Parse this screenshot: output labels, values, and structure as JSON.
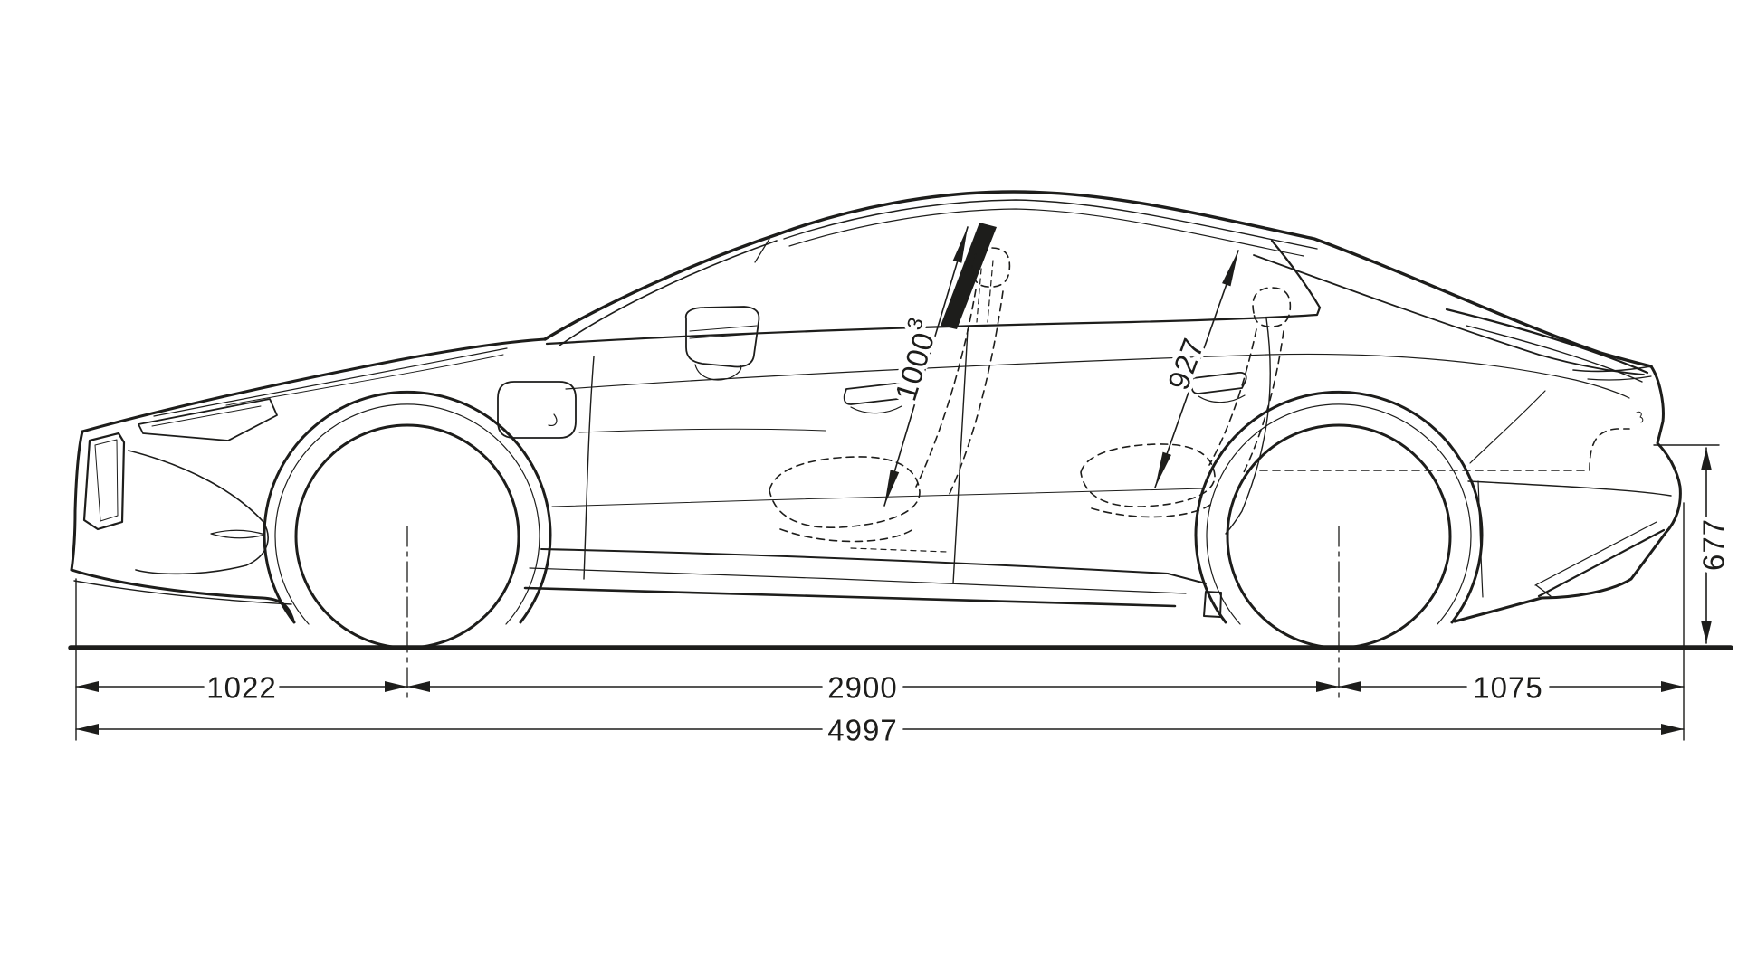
{
  "diagram": {
    "type": "vehicle-side-profile-dimension-drawing",
    "vehicle": "four-door gran turismo silhouette, left side view",
    "dimensions": {
      "front_overhang": {
        "value": "1022"
      },
      "wheelbase": {
        "value": "2900"
      },
      "rear_overhang": {
        "value": "1075"
      },
      "overall_length": {
        "value": "4997"
      },
      "rear_body_height": {
        "value": "677"
      },
      "front_headroom": {
        "value": "1000",
        "superscript": "3"
      },
      "rear_headroom": {
        "value": "927"
      }
    }
  },
  "colors": {
    "line": "#1d1d1b",
    "background": "#ffffff"
  }
}
